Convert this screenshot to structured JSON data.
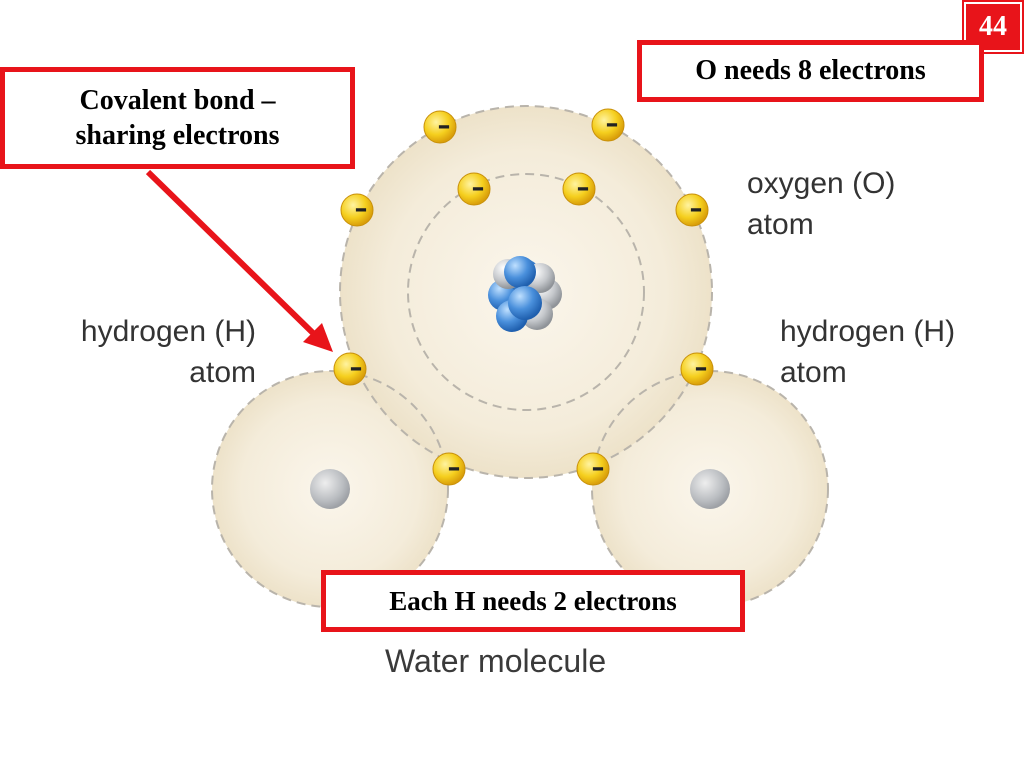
{
  "slide": {
    "number": "44"
  },
  "callouts": {
    "oxygen_needs": "O needs 8 electrons",
    "covalent_line1": "Covalent bond –",
    "covalent_line2": "sharing electrons",
    "hydrogen_needs": "Each H needs 2 electrons"
  },
  "labels": {
    "oxygen_line1": "oxygen (O)",
    "oxygen_line2": "atom",
    "hydrogen_left_line1": "hydrogen (H)",
    "hydrogen_left_line2": "atom",
    "hydrogen_right_line1": "hydrogen (H)",
    "hydrogen_right_line2": "atom",
    "title": "Water molecule"
  },
  "electron_symbol": "–",
  "colors": {
    "accent_red": "#e8141a",
    "atom_fill": "#f3ead7",
    "electron_yellow": "#f5cf1e",
    "proton_blue": "#3d86d6",
    "neutron_gray": "#bfc3c8"
  }
}
